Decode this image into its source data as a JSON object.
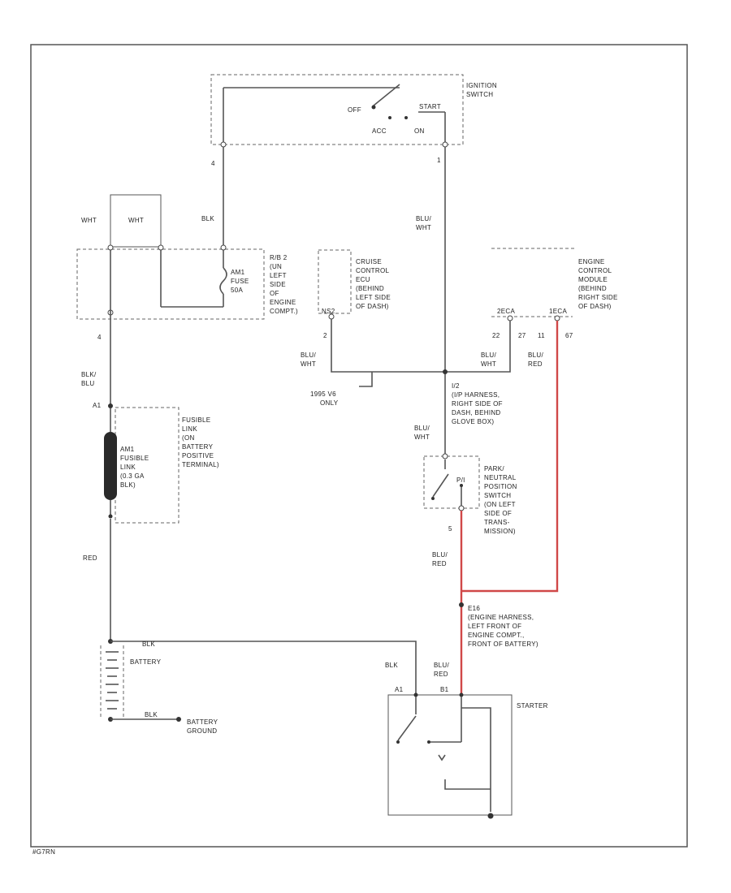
{
  "footer_code": "#G7RN",
  "ignition": {
    "title": [
      "IGNITION",
      "SWITCH"
    ],
    "off": "OFF",
    "start": "START",
    "acc": "ACC",
    "on": "ON",
    "pin_left": "4",
    "pin_right": "1"
  },
  "wires": {
    "blk": "BLK",
    "blu_wht_1": [
      "BLU/",
      "WHT"
    ],
    "wht1": "WHT",
    "wht2": "WHT",
    "pin4_lower": "4",
    "blu_blu": [
      "BLK/",
      "BLU"
    ],
    "blu_wht_2": [
      "BLU/",
      "WHT"
    ],
    "blu_wht_3": [
      "BLU/",
      "WHT"
    ],
    "blu_wht_4": [
      "BLU/",
      "WHT"
    ],
    "blu_red_1": [
      "BLU/",
      "RED"
    ],
    "blu_red_2": [
      "BLU/",
      "RED"
    ],
    "blu_red_3": [
      "BLU/",
      "RED"
    ],
    "red": "RED",
    "blk_batt": "BLK",
    "blk_starter": "BLK",
    "pin2": "2",
    "pin22": "22",
    "pin27": "27",
    "pin11": "11",
    "pin67": "67",
    "pin5": "5",
    "model_note": [
      "1995 V6",
      "ONLY"
    ]
  },
  "fuse_block": {
    "title": [
      "R/B 2",
      "(UN",
      "LEFT",
      "SIDE",
      "OF",
      "ENGINE",
      "COMPT.)"
    ],
    "fuse": [
      "AM1",
      "FUSE",
      "50A"
    ]
  },
  "cruise": {
    "title": [
      "CRUISE",
      "CONTROL",
      "ECU",
      "(BEHIND",
      "LEFT SIDE",
      "OF DASH)"
    ],
    "pin": "NS2"
  },
  "ecm": {
    "title": [
      "ENGINE",
      "CONTROL",
      "MODULE",
      "(BEHIND",
      "RIGHT SIDE",
      "OF DASH)"
    ],
    "pin_a": "2ECA",
    "pin_b": "1ECA"
  },
  "splice_i2": {
    "title": [
      "I/2",
      "(I/P HARNESS,",
      "RIGHT SIDE OF",
      "DASH, BEHIND",
      "GLOVE BOX)"
    ]
  },
  "pn_switch": {
    "title": [
      "PARK/",
      "NEUTRAL",
      "POSITION",
      "SWITCH",
      "(ON LEFT",
      "SIDE OF",
      "TRANS-",
      "MISSION)"
    ],
    "pos": "P/I"
  },
  "fusible": {
    "title": [
      "FUSIBLE",
      "LINK",
      "(ON",
      "BATTERY",
      "POSITIVE",
      "TERMINAL)"
    ],
    "link": [
      "AM1",
      "FUSIBLE",
      "LINK",
      "(0.3 GA",
      "BLK)"
    ],
    "pin": "A1"
  },
  "battery": {
    "label": "BATTERY",
    "ground_wire": "BLK",
    "ground": [
      "BATTERY",
      "GROUND"
    ]
  },
  "splice_e16": {
    "title": [
      "E16",
      "(ENGINE HARNESS,",
      "LEFT FRONT OF",
      "ENGINE COMPT.,",
      "FRONT OF BATTERY)"
    ]
  },
  "starter": {
    "label": "STARTER",
    "pin_a": "A1",
    "pin_b": "B1"
  }
}
